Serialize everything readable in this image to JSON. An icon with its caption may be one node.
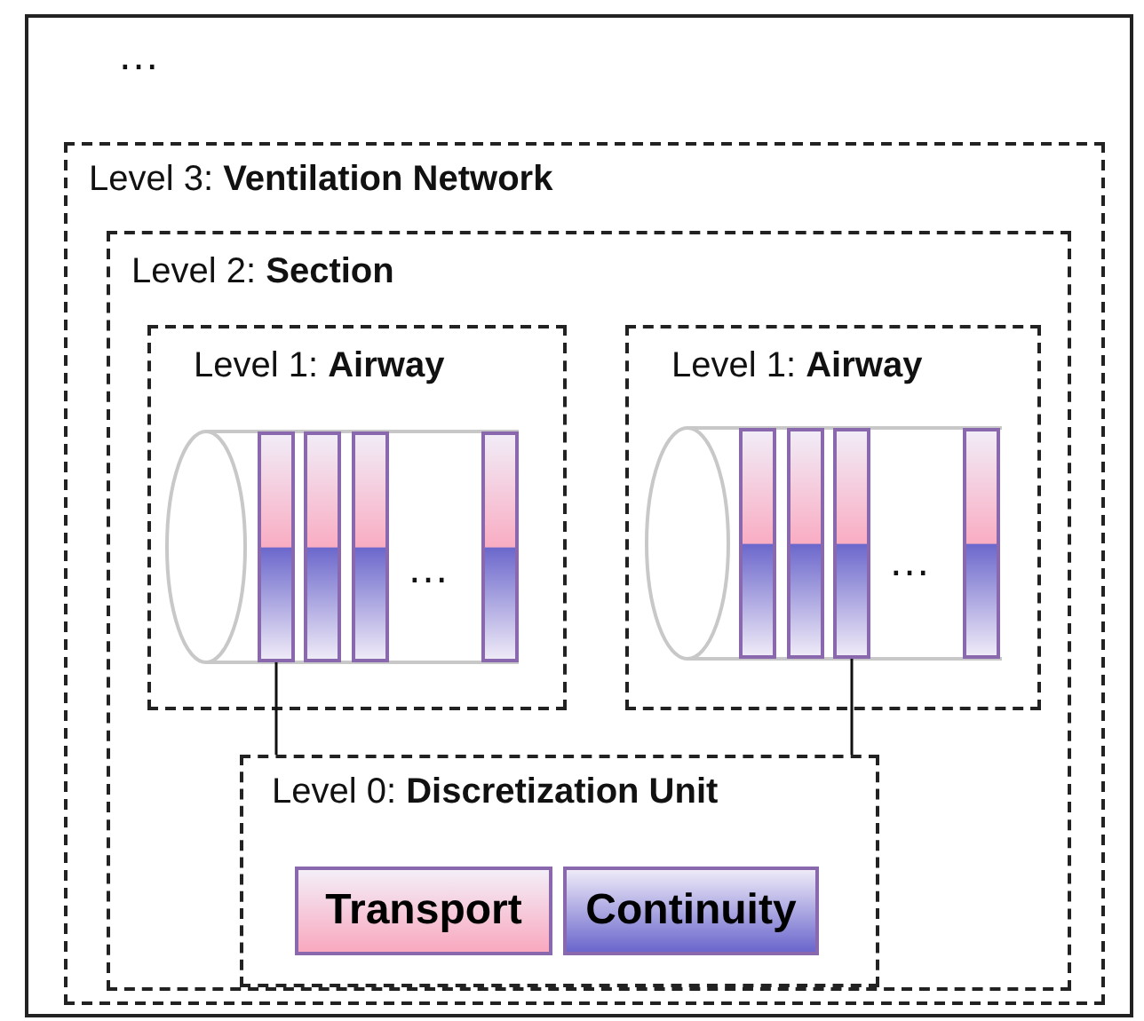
{
  "diagram": {
    "nodes": [
      {
        "text": [
          "…"
        ]
      },
      {
        "text": [
          "Level 3: **Ventilation Network**"
        ],
        "in": 0
      },
      {
        "text": [
          "Level 2: **Section**"
        ],
        "in": 1
      },
      {
        "text": [
          "Level 1: **Airway**"
        ],
        "in": 2
      },
      {
        "text": [],
        "shape": "bar",
        "in": 3
      },
      {
        "text": [],
        "shape": "bar",
        "in": 3
      },
      {
        "text": [],
        "shape": "bar",
        "in": 3
      },
      {
        "text": [],
        "shape": "bar",
        "in": 3
      },
      {
        "text": [
          "Level 1: **Airway**"
        ],
        "in": 2
      },
      {
        "text": [],
        "shape": "bar",
        "in": 8
      },
      {
        "text": [],
        "shape": "bar",
        "in": 8
      },
      {
        "text": [],
        "shape": "bar",
        "in": 8
      },
      {
        "text": [],
        "shape": "bar",
        "in": 8
      },
      {
        "text": [
          "Level 0: **Discretization Unit**"
        ],
        "in": 2
      },
      {
        "text": [
          "Transport"
        ],
        "in": 13
      },
      {
        "text": [
          "Continuity"
        ],
        "in": 13
      }
    ],
    "edges": [
      {
        "from": 4,
        "to": 13,
        "arrow": "none"
      },
      {
        "from": 11,
        "to": 13,
        "arrow": "none"
      }
    ],
    "labels": [
      "…",
      "…"
    ]
  }
}
